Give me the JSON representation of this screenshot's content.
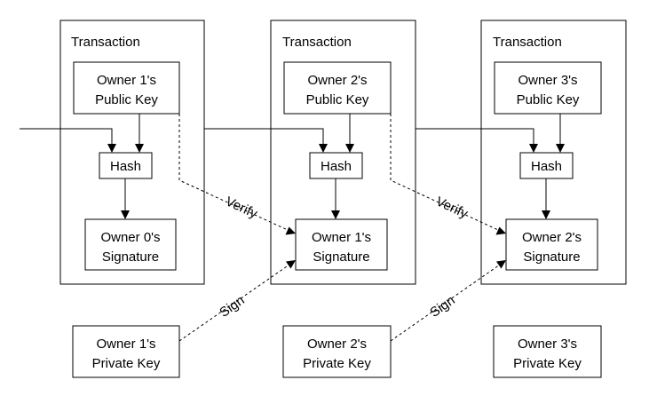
{
  "transactions": [
    {
      "title": "Transaction",
      "public_key": [
        "Owner 1's",
        "Public Key"
      ],
      "hash": "Hash",
      "signature": [
        "Owner 0's",
        "Signature"
      ],
      "private_key": [
        "Owner 1's",
        "Private Key"
      ]
    },
    {
      "title": "Transaction",
      "public_key": [
        "Owner 2's",
        "Public Key"
      ],
      "hash": "Hash",
      "signature": [
        "Owner 1's",
        "Signature"
      ],
      "private_key": [
        "Owner 2's",
        "Private Key"
      ]
    },
    {
      "title": "Transaction",
      "public_key": [
        "Owner 3's",
        "Public Key"
      ],
      "hash": "Hash",
      "signature": [
        "Owner 2's",
        "Signature"
      ],
      "private_key": [
        "Owner 3's",
        "Private Key"
      ]
    }
  ],
  "links": {
    "verify_label": "Verify",
    "sign_label": "Sign"
  }
}
